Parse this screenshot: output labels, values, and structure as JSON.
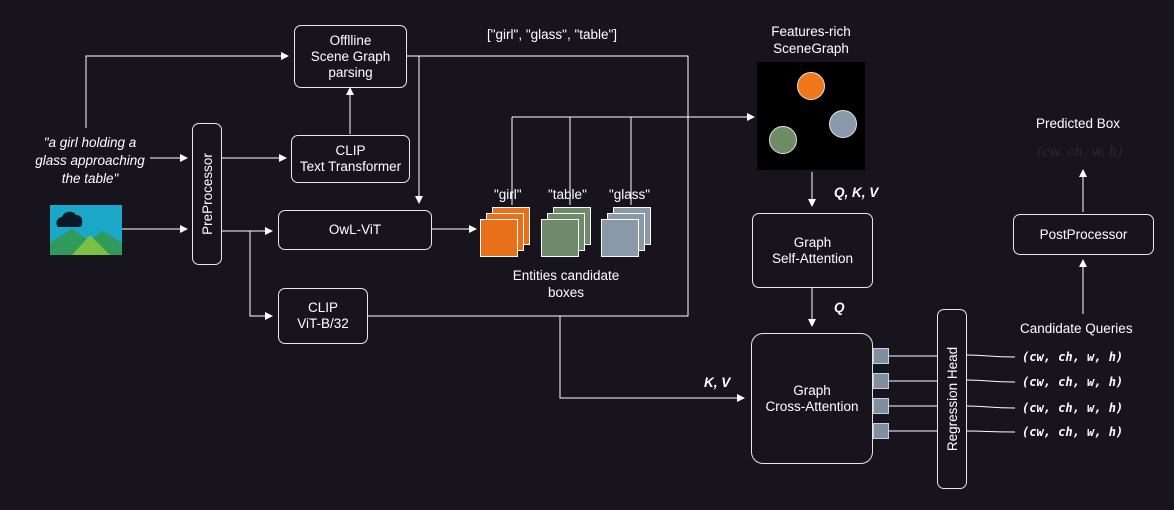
{
  "input": {
    "caption": "\"a girl holding a\nglass approaching\nthe table\"",
    "image_icon": "image-icon"
  },
  "boxes": {
    "preprocessor": "PreProcessor",
    "scene_graph_parsing": "Offlline\nScene Graph\nparsing",
    "clip_text": "CLIP\nText Transformer",
    "owl_vit": "OwL-ViT",
    "clip_vit": "CLIP\nViT-B/32",
    "graph_self_attention": "Graph\nSelf-Attention",
    "graph_cross_attention": "Graph\nCross-Attention",
    "regression_head": "Regression Head",
    "postprocessor": "PostProcessor"
  },
  "labels": {
    "entities_list": "[\"girl\", \"glass\", \"table\"]",
    "features_rich": "Features-rich\nSceneGraph",
    "entity_girl": "\"girl\"",
    "entity_table": "\"table\"",
    "entity_glass": "\"glass\"",
    "entities_candidate": "Entities candidate\nboxes",
    "qkv": "Q, K, V",
    "q": "Q",
    "kv": "K, V",
    "predicted_box": "Predicted Box",
    "predicted_formula": "(cw, ch, w, h)",
    "candidate_queries": "Candidate Queries"
  },
  "queries": [
    "(cw, ch, w, h)",
    "(cw, ch, w, h)",
    "(cw, ch, w, h)",
    "(cw, ch, w, h)"
  ],
  "colors": {
    "background": "#18141d",
    "girl": "#e8701a",
    "table": "#6f8a6a",
    "glass": "#8a98a8",
    "node_orange": "#f07818",
    "node_green": "#6e8c65",
    "node_blue": "#8a9aac",
    "port": "#7f8ea0"
  }
}
